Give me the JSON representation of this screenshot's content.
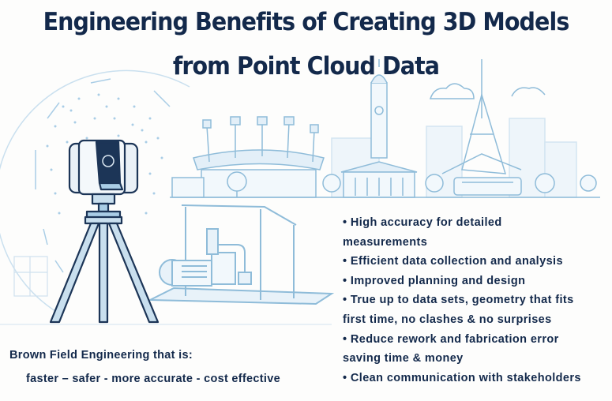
{
  "title": {
    "line1": "Engineering Benefits of Creating 3D Models",
    "line2": "from Point Cloud Data"
  },
  "benefits": [
    {
      "line1": "•  High accuracy for detailed",
      "line2": "measurements"
    },
    {
      "line1": "•  Efficient data collection and analysis"
    },
    {
      "line1": "•  Improved planning and design"
    },
    {
      "line1": "•  True up to data sets, geometry that fits",
      "line2": "first time, no clashes & no surprises"
    },
    {
      "line1": "•  Reduce rework and fabrication error",
      "line2": "saving time & money"
    },
    {
      "line1": "•  Clean communication with stakeholders"
    }
  ],
  "brownfield": {
    "heading": "Brown Field Engineering that is:",
    "qualities": "faster – safer - more accurate - cost effective"
  },
  "illustration": {
    "scanner": "laser-scanner-on-tripod",
    "skyline": [
      "stadium",
      "clock-tower-building",
      "spire-tower",
      "tram",
      "trees",
      "clouds"
    ],
    "plant": "pump-skid-with-frame"
  },
  "colors": {
    "text": "#13294b",
    "line_art": "#8fbcd9",
    "scanner_dark": "#1c3557",
    "fill_light": "#e3eff8"
  }
}
